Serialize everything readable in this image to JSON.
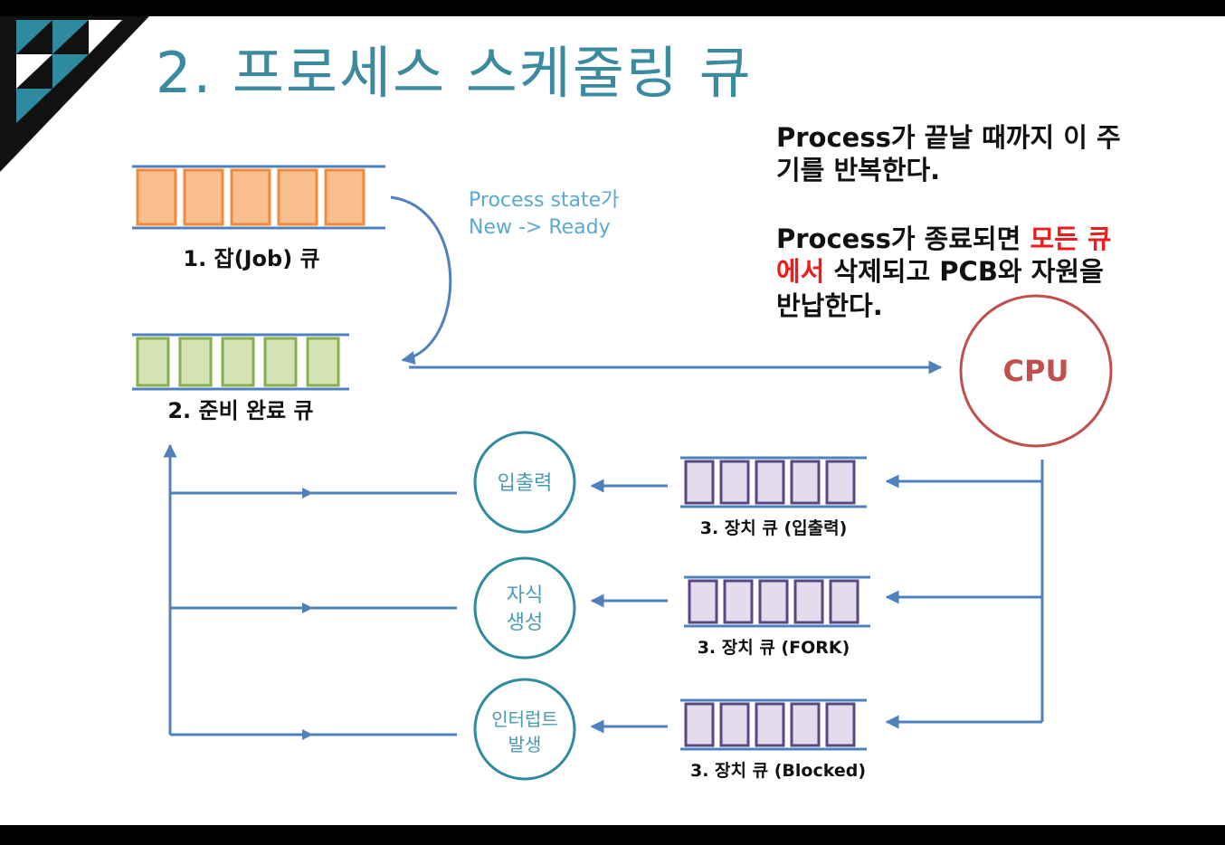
{
  "title": "2. 프로세스 스케줄링 큐",
  "notes": {
    "cycle_line1": "Process가 끝날 때까지 이 주",
    "cycle_line2": "기를 반복한다.",
    "end_line1_prefix": "Process가 종료되면 ",
    "end_line1_red": "모든 큐",
    "end_line2_red": "에서",
    "end_line2_rest": " 삭제되고 PCB와 자원을",
    "end_line3": "반납한다."
  },
  "queues": {
    "job": {
      "label": "1. 잡(Job) 큐",
      "slots": 5
    },
    "ready": {
      "label": "2. 준비 완료 큐",
      "slots": 5
    },
    "device_io": {
      "label": "3. 장치 큐 (입출력)",
      "slots": 5
    },
    "device_fork": {
      "label": "3. 장치 큐 (FORK)",
      "slots": 5
    },
    "device_blocked": {
      "label": "3. 장치 큐 (Blocked)",
      "slots": 5
    }
  },
  "transition": {
    "line1": "Process state가",
    "line2": "New -> Ready"
  },
  "cpu": {
    "label": "CPU"
  },
  "events": {
    "io": {
      "label": "입출력"
    },
    "fork": {
      "line1": "자식",
      "line2": "생성"
    },
    "interrupt": {
      "line1": "인터럽트",
      "line2": "발생"
    }
  },
  "colors": {
    "title": "#3b8aa0",
    "arrow": "#4f81bd",
    "job_slot_fill": "#f8be8e",
    "job_slot_stroke": "#f08a3c",
    "ready_slot_fill": "#d4e2b6",
    "ready_slot_stroke": "#86b04a",
    "device_slot_fill": "#e3dcec",
    "device_slot_stroke": "#5b4782",
    "queue_rail": "#4f81bd",
    "cpu": "#c0504d",
    "event_circle": "#2e8a9e",
    "highlight": "#ee1c1c"
  },
  "logo": {
    "icon": "triangle-pattern-logo"
  }
}
